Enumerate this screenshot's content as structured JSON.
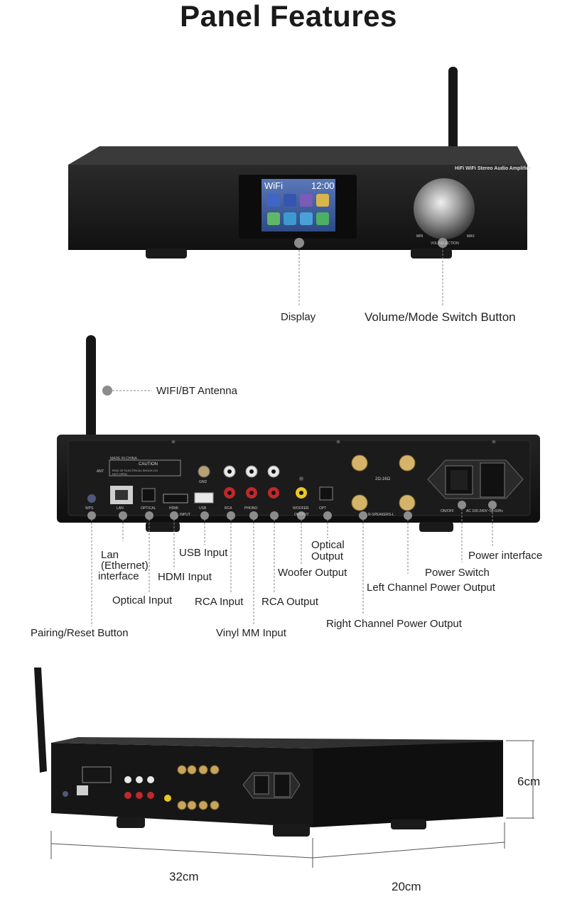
{
  "title": "Panel Features",
  "front": {
    "brand": "HiFi WiFi Stereo Audio Amplifier",
    "screen_title": "WiFi",
    "screen_time": "12:00",
    "knob_min": "MIN",
    "knob_max": "MAX",
    "knob_caption": "VOL/SELECTION",
    "labels": {
      "display": "Display",
      "volume": "Volume/Mode Switch Button"
    }
  },
  "rear": {
    "antenna_label": "WIFI/BT Antenna",
    "labels": {
      "lan": "Lan (Ethernet) interface",
      "lan_l1": "Lan",
      "lan_l2": "(Ethernet)",
      "lan_l3": "interface",
      "usb": "USB Input",
      "hdmi": "HDMI Input",
      "optical_in": "Optical Input",
      "rca_in": "RCA Input",
      "rca_out": "RCA Output",
      "vinyl": "Vinyl MM Input",
      "optical_out_l1": "Optical",
      "optical_out_l2": "Output",
      "woofer": "Woofer Output",
      "right_ch": "Right Channel Power Output",
      "left_ch": "Left Channel Power Output",
      "power_switch": "Power Switch",
      "power_interface": "Power interface",
      "pairing": "Pairing/Reset Button"
    },
    "panel_text": {
      "made": "MADE IN CHINA",
      "caution": "CAUTION",
      "caution_sub": "RISK OF ELECTRICAL SHOCK DO NOT OPEN",
      "ant": "ANT",
      "wps": "WPS",
      "lan": "LAN",
      "optical": "OPTICAL",
      "hdmi": "HDMI",
      "input": "INPUT",
      "usb": "USB",
      "gnd": "GND",
      "rca": "RCA",
      "phono": "PHONO",
      "woofer": "WOOFER",
      "output": "OUTPUT",
      "opt": "OPT",
      "ohm": "2Ω-16Ω",
      "speakers": "R-SPEAKERS-L",
      "onoff": "ON/OFF",
      "ac": "AC 100-240V~50-60Hz"
    }
  },
  "dimensions": {
    "height": "6cm",
    "width": "32cm",
    "depth": "20cm"
  },
  "colors": {
    "chassis": "#1c1c1c",
    "dot": "#8c8c8c",
    "gold": "#c9a55a",
    "red": "#c0282a"
  }
}
